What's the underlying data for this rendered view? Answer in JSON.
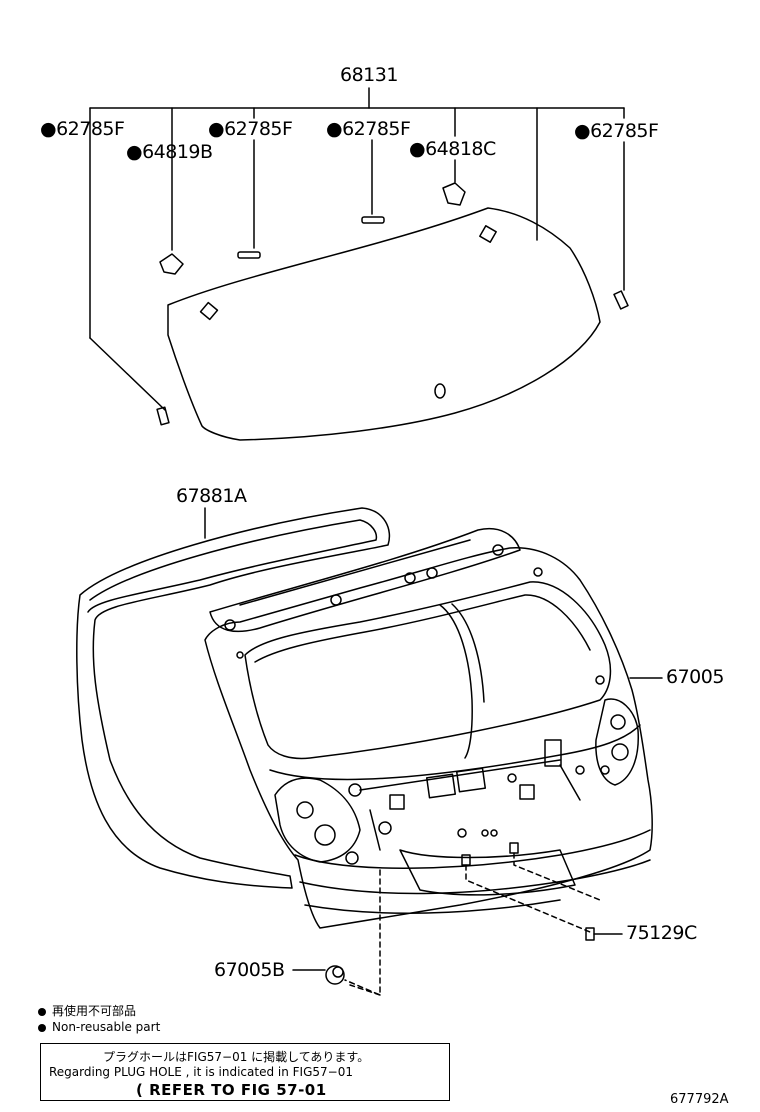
{
  "parts": {
    "p68131": "68131",
    "p62785f_1": "●62785F",
    "p64819b": "●64819B",
    "p62785f_2": "●62785F",
    "p62785f_3": "●62785F",
    "p64818c": "●64818C",
    "p62785f_4": "●62785F",
    "p67881a": "67881A",
    "p67005": "67005",
    "p75129c": "75129C",
    "p67005b": "67005B"
  },
  "legend": {
    "jp": "再使用不可部品",
    "en": "Non-reusable part"
  },
  "reference": {
    "line_jp": "プラグホールはFIG57−01 に掲載してあります。",
    "line_en": "Regarding  PLUG  HOLE  ,  it  is  indicated  in  FIG57−01",
    "line_refer": "( REFER  TO  FIG  57-01"
  },
  "figure_id": "677792A",
  "colors": {
    "ink": "#000000",
    "paper": "#ffffff"
  }
}
